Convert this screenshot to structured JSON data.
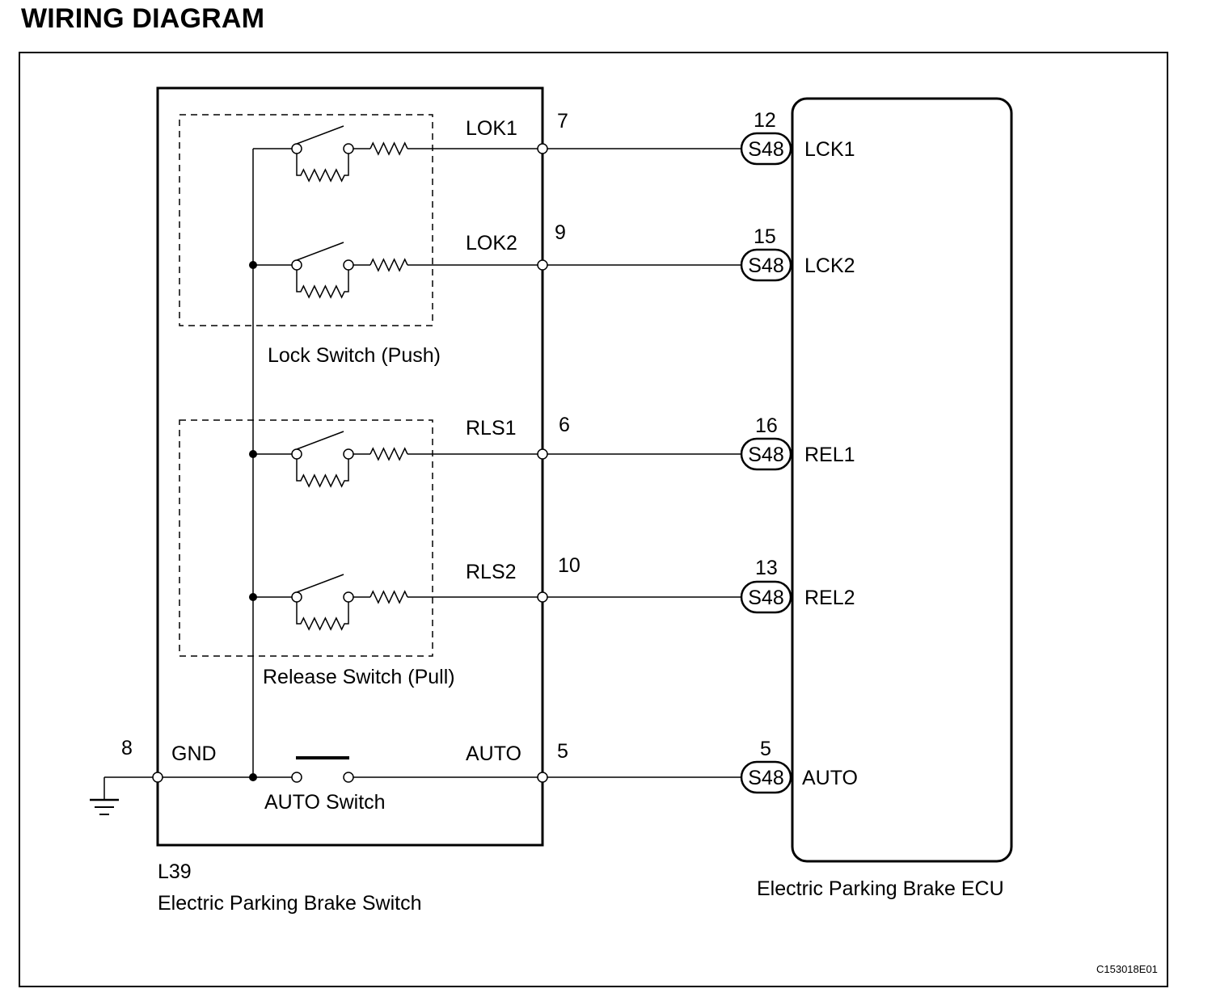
{
  "title": "WIRING DIAGRAM",
  "switch_component": {
    "code": "L39",
    "name": "Electric Parking Brake Switch",
    "groups": {
      "lock": "Lock Switch (Push)",
      "release": "Release Switch (Pull)",
      "auto": "AUTO Switch"
    },
    "ground_pin": {
      "number": "8",
      "name": "GND"
    },
    "pins": [
      {
        "name": "LOK1",
        "number": "7"
      },
      {
        "name": "LOK2",
        "number": "9"
      },
      {
        "name": "RLS1",
        "number": "6"
      },
      {
        "name": "RLS2",
        "number": "10"
      },
      {
        "name": "AUTO",
        "number": "5"
      }
    ]
  },
  "ecu_component": {
    "name": "Electric Parking Brake ECU",
    "connector": "S48",
    "pins": [
      {
        "number": "12",
        "name": "LCK1"
      },
      {
        "number": "15",
        "name": "LCK2"
      },
      {
        "number": "16",
        "name": "REL1"
      },
      {
        "number": "13",
        "name": "REL2"
      },
      {
        "number": "5",
        "name": "AUTO"
      }
    ]
  },
  "figure_code": "C153018E01"
}
